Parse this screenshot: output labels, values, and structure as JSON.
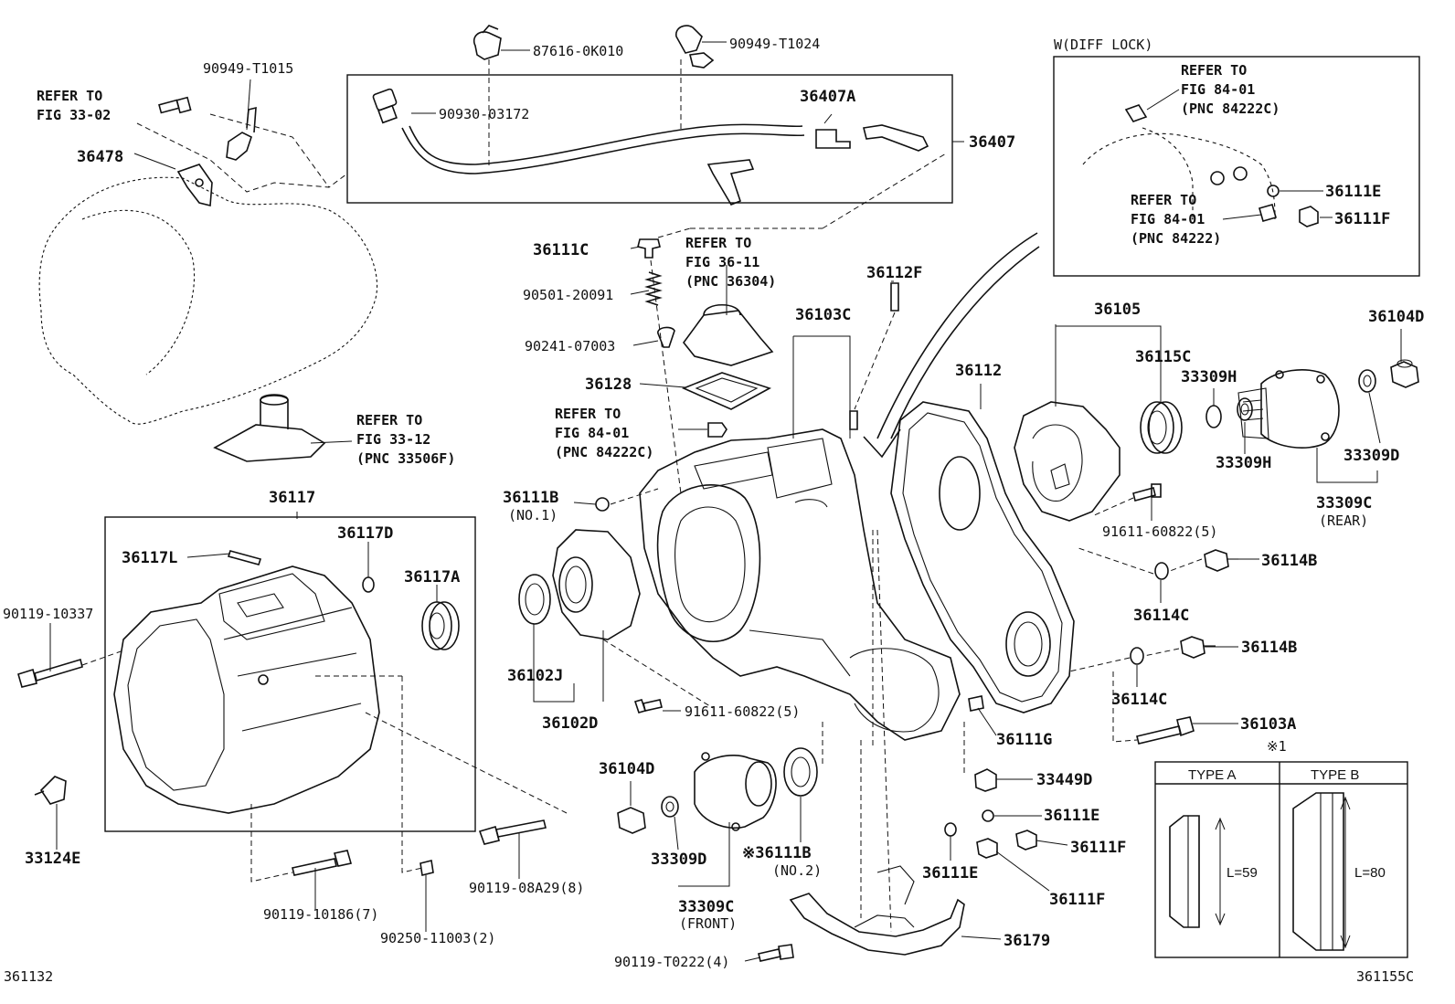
{
  "labels": {
    "p87616": "87616-0K010",
    "p90949_t1024": "90949-T1024",
    "p90949_t1015": "90949-T1015",
    "p36478": "36478",
    "p90930": "90930-03172",
    "p36407a": "36407A",
    "p36407": "36407",
    "p36111c": "36111C",
    "p90501": "90501-20091",
    "p90241": "90241-07003",
    "p36128": "36128",
    "p36112f": "36112F",
    "p36103c": "36103C",
    "p36105": "36105",
    "p36104d_r": "36104D",
    "p36112": "36112",
    "p36115c": "36115C",
    "p33309h_a": "33309H",
    "p33309h_b": "33309H",
    "p33309d_r": "33309D",
    "p33309c_r": "33309C",
    "rear": "(REAR)",
    "p36111b": "36111B",
    "no1": "(NO.1)",
    "p91611_a": "91611-60822(5)",
    "p36114b_a": "36114B",
    "p36114c_a": "36114C",
    "p36114b_b": "36114B",
    "p36114c_b": "36114C",
    "p36103a": "36103A",
    "p36117": "36117",
    "p36117l": "36117L",
    "p36117d": "36117D",
    "p36117a": "36117A",
    "p90119_10337": "90119-10337",
    "p36102j": "36102J",
    "p36102d": "36102D",
    "p91611_b": "91611-60822(5)",
    "p36111g": "36111G",
    "p33449d": "33449D",
    "p36111e_a": "36111E",
    "p36111f_a": "36111F",
    "p36104d_f": "36104D",
    "p33309d_f": "33309D",
    "p36111b_2": "※36111B",
    "no2": "(NO.2)",
    "p33309c_f": "33309C",
    "front": "(FRONT)",
    "p36111e_b": "36111E",
    "p36111f_b": "36111F",
    "p33124e": "33124E",
    "p90119_08a29": "90119-08A29(8)",
    "p90119_10186": "90119-10186(7)",
    "p90250": "90250-11003(2)",
    "p90119_t0222": "90119-T0222(4)",
    "p36179": "36179",
    "p36111e_in": "36111E",
    "p36111f_in": "36111F",
    "note_mark": "※1",
    "fig_left": "361132",
    "fig_right": "361155C"
  },
  "refs": {
    "r1": [
      "REFER TO",
      "FIG 33-02"
    ],
    "r2": [
      "REFER TO",
      "FIG 33-12",
      "(PNC 33506F)"
    ],
    "r3": [
      "REFER TO",
      "FIG 36-11",
      "(PNC 36304)"
    ],
    "r4": [
      "REFER TO",
      "FIG 84-01",
      "(PNC 84222C)"
    ],
    "r5": [
      "REFER TO",
      "FIG 84-01",
      "(PNC 84222C)"
    ],
    "r6": [
      "REFER TO",
      "FIG 84-01",
      "(PNC 84222)"
    ]
  },
  "inset": {
    "title": "W(DIFF LOCK)"
  },
  "types": {
    "type_a": "TYPE A",
    "type_b": "TYPE B",
    "len_a": "L=59",
    "len_b": "L=80"
  }
}
